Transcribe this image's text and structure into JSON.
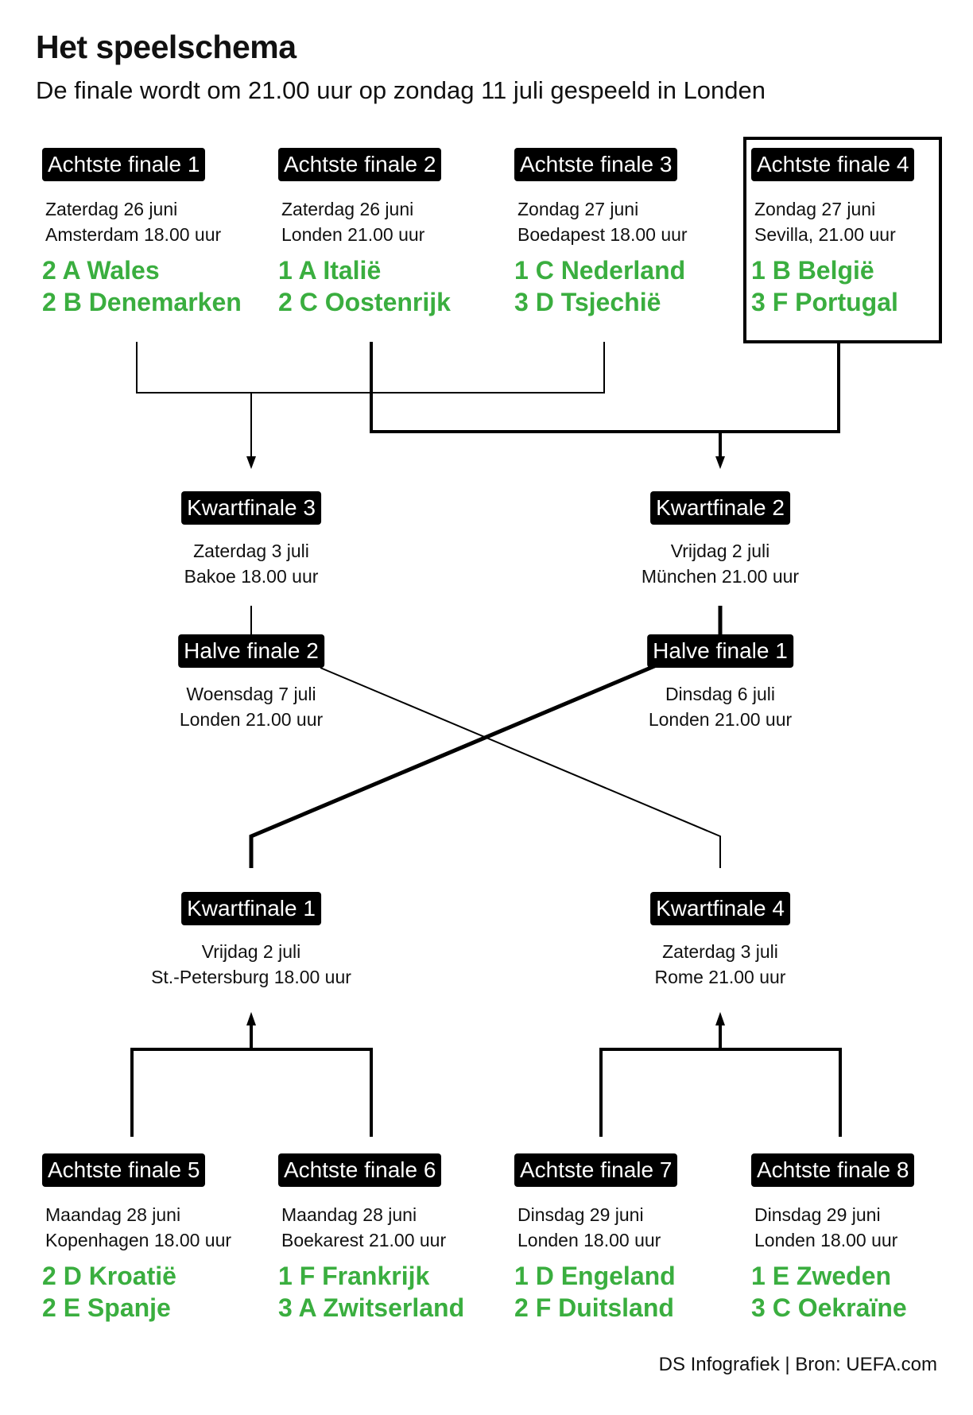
{
  "header": {
    "title": "Het speelschema",
    "subtitle": "De finale wordt om 21.00 uur op zondag 11 juli gespeeld in Londen"
  },
  "round_of_16_top": [
    {
      "label": "Achtste finale 1",
      "day": "Zaterdag 26 juni",
      "place_time": "Amsterdam 18.00 uur",
      "team1": "2 A Wales",
      "team2": "2 B Denemarken"
    },
    {
      "label": "Achtste finale 2",
      "day": "Zaterdag 26 juni",
      "place_time": "Londen 21.00 uur",
      "team1": "1 A Italië",
      "team2": "2 C Oostenrijk"
    },
    {
      "label": "Achtste finale 3",
      "day": "Zondag 27 juni",
      "place_time": "Boedapest 18.00 uur",
      "team1": "1 C Nederland",
      "team2": "3 D Tsjechië"
    },
    {
      "label": "Achtste finale 4",
      "day": "Zondag 27 juni",
      "place_time": "Sevilla, 21.00 uur",
      "team1": "1 B België",
      "team2": "3 F Portugal"
    }
  ],
  "quarterfinals": {
    "qf3": {
      "label": "Kwartfinale 3",
      "day": "Zaterdag 3 juli",
      "place_time": "Bakoe 18.00 uur"
    },
    "qf2": {
      "label": "Kwartfinale 2",
      "day": "Vrijdag 2 juli",
      "place_time": "München 21.00 uur"
    },
    "qf1": {
      "label": "Kwartfinale 1",
      "day": "Vrijdag 2 juli",
      "place_time": "St.-Petersburg 18.00 uur"
    },
    "qf4": {
      "label": "Kwartfinale 4",
      "day": "Zaterdag 3 juli",
      "place_time": "Rome 21.00 uur"
    }
  },
  "semifinals": {
    "sf2": {
      "label": "Halve finale 2",
      "day": "Woensdag 7 juli",
      "place_time": "Londen 21.00 uur"
    },
    "sf1": {
      "label": "Halve finale 1",
      "day": "Dinsdag 6 juli",
      "place_time": "Londen 21.00 uur"
    }
  },
  "round_of_16_bottom": [
    {
      "label": "Achtste finale 5",
      "day": "Maandag 28 juni",
      "place_time": "Kopenhagen 18.00 uur",
      "team1": "2 D Kroatië",
      "team2": "2 E Spanje"
    },
    {
      "label": "Achtste finale 6",
      "day": "Maandag 28 juni",
      "place_time": "Boekarest 21.00 uur",
      "team1": "1 F Frankrijk",
      "team2": "3 A Zwitserland"
    },
    {
      "label": "Achtste finale 7",
      "day": "Dinsdag 29 juni",
      "place_time": "Londen 18.00 uur",
      "team1": "1 D Engeland",
      "team2": "2 F Duitsland"
    },
    {
      "label": "Achtste finale 8",
      "day": "Dinsdag 29 juni",
      "place_time": "Londen 18.00 uur",
      "team1": "1 E Zweden",
      "team2": "3 C Oekraïne"
    }
  ],
  "footer": {
    "source": "DS Infografiek | Bron: UEFA.com"
  },
  "colors": {
    "team_green": "#3aae3f",
    "label_bg": "#000000",
    "label_text": "#ffffff"
  }
}
